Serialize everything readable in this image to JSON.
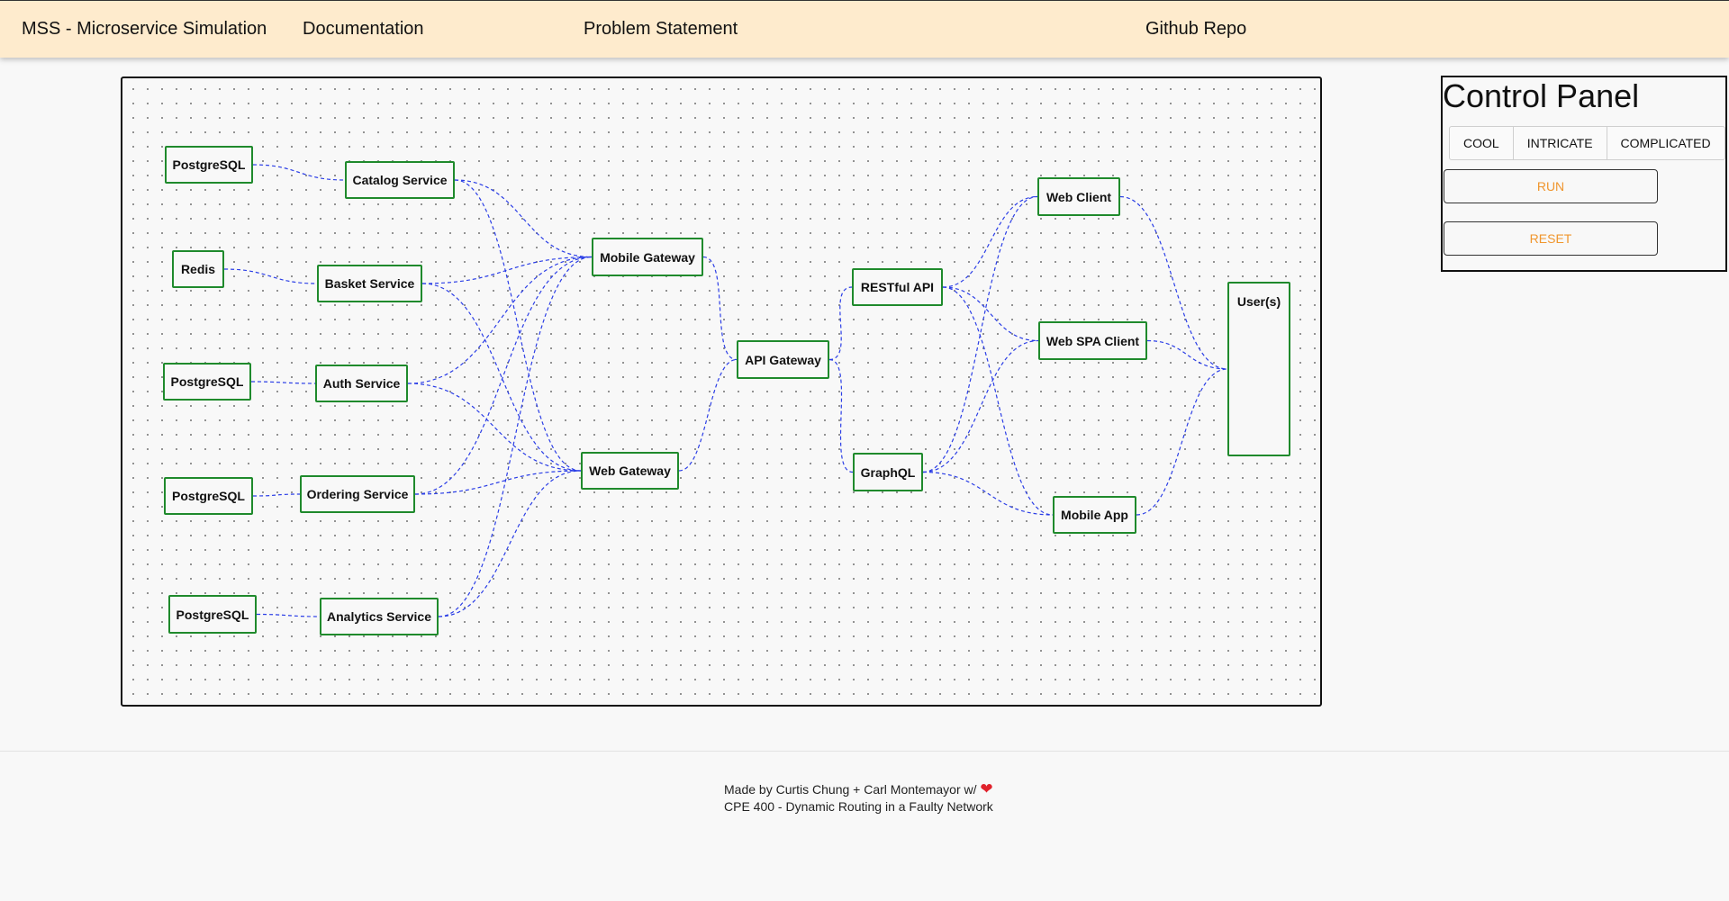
{
  "nav": {
    "brand": "MSS - Microservice Simulation",
    "documentation": "Documentation",
    "problem_statement": "Problem Statement",
    "github_repo": "Github Repo"
  },
  "diagram": {
    "nodes": {
      "pg1": "PostgreSQL",
      "redis": "Redis",
      "pg2": "PostgreSQL",
      "pg3": "PostgreSQL",
      "pg4": "PostgreSQL",
      "catalog": "Catalog Service",
      "basket": "Basket Service",
      "auth": "Auth Service",
      "ordering": "Ordering Service",
      "analytics": "Analytics Service",
      "mobile_gw": "Mobile Gateway",
      "web_gw": "Web Gateway",
      "api_gw": "API Gateway",
      "restful": "RESTful API",
      "graphql": "GraphQL",
      "web_client": "Web Client",
      "web_spa": "Web SPA Client",
      "mobile_app": "Mobile App",
      "users": "User(s)"
    },
    "edge_color": "#2b3ee6",
    "node_border_color": "#1f8a2c"
  },
  "control_panel": {
    "title": "Control Panel",
    "modes": [
      "COOL",
      "INTRICATE",
      "COMPLICATED"
    ],
    "run": "RUN",
    "reset": "RESET",
    "action_color": "#f0962e"
  },
  "footer": {
    "credit": "Made by Curtis Chung + Carl Montemayor w/",
    "course": "CPE 400 - Dynamic Routing in a Faulty Network",
    "heart": "❤"
  },
  "colors": {
    "navbar": "#feebcd",
    "background": "#f8f8f8"
  }
}
